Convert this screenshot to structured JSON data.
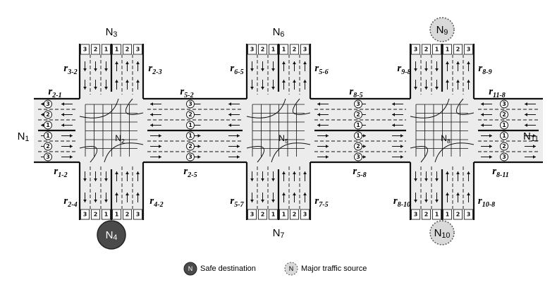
{
  "nodes": {
    "n1": "N1",
    "n2": "N2",
    "n3": "N3",
    "n4": "N4",
    "n5": "N5",
    "n6": "N6",
    "n7": "N7",
    "n8": "N8",
    "n9": "N9",
    "n10": "N10",
    "n11": "N11"
  },
  "roads": {
    "r2_1": "r2-1",
    "r1_2": "r1-2",
    "r3_2": "r3-2",
    "r2_3": "r2-3",
    "r2_4": "r2-4",
    "r4_2": "r4-2",
    "r5_2": "r5-2",
    "r2_5": "r2-5",
    "r6_5": "r6-5",
    "r5_6": "r5-6",
    "r5_7": "r5-7",
    "r7_5": "r7-5",
    "r8_5": "r8-5",
    "r5_8": "r5-8",
    "r9_8": "r9-8",
    "r8_9": "r8-9",
    "r11_8": "r11-8",
    "r8_11": "r8-11",
    "r8_10": "r8-10",
    "r10_8": "r10-8"
  },
  "lane_numbers": [
    "1",
    "2",
    "3"
  ],
  "legend": {
    "safe_symbol": "N",
    "safe_label": "Safe destination",
    "source_symbol": "N",
    "source_label": "Major traffic source"
  },
  "colors": {
    "safe_destination": "#4a4a4a",
    "major_traffic_source": "#d9d9d9",
    "road_fill": "#ececec"
  }
}
